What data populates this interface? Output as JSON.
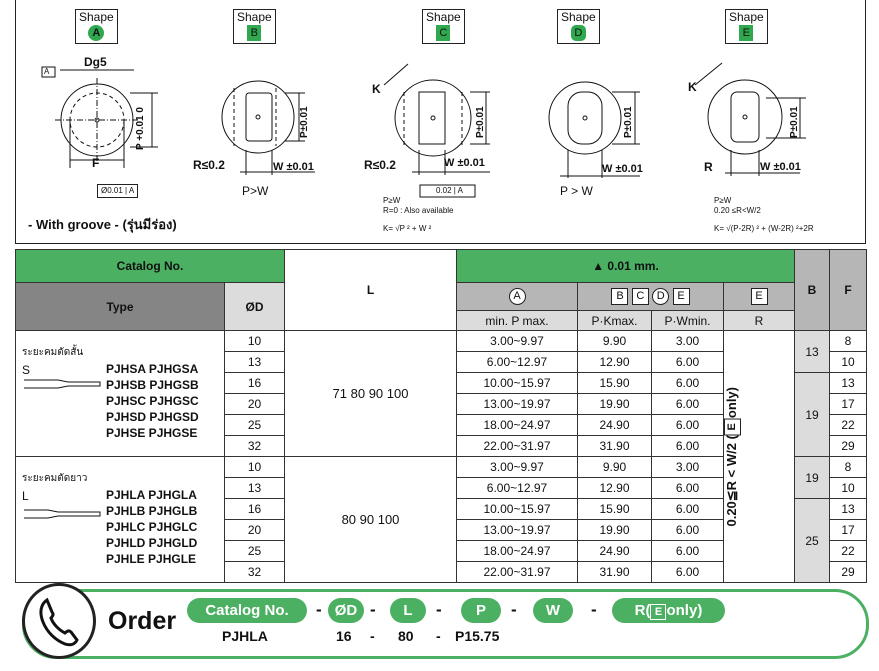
{
  "shapes": [
    {
      "label": "Shape",
      "letter": "A"
    },
    {
      "label": "Shape",
      "letter": "B"
    },
    {
      "label": "Shape",
      "letter": "C"
    },
    {
      "label": "Shape",
      "letter": "D"
    },
    {
      "label": "Shape",
      "letter": "E"
    }
  ],
  "drawings": {
    "a": {
      "datum": "A",
      "dg": "Dg5",
      "p_tol": "P +0.01 0",
      "f": "F",
      "tol_box": "Ø0.01",
      "tol_ref": "A"
    },
    "b": {
      "r": "R≤0.2",
      "w": "W ±0.01",
      "p": "P±0.01",
      "cond": "P>W"
    },
    "c": {
      "k": "K",
      "r": "R≤0.2",
      "w": "W ±0.01",
      "p": "P±0.01",
      "tol_box": "0.02",
      "tol_ref": "A",
      "note1": "P≥W",
      "note2": "R=0 : Also available",
      "note3": "K= √P ² + W ²"
    },
    "d": {
      "w": "W ±0.01",
      "p": "P±0.01",
      "cond": "P > W"
    },
    "e": {
      "k": "K",
      "r": "R",
      "w": "W ±0.01",
      "p": "P±0.01",
      "note1": "P≥W",
      "note2": "0.20 ≤R<W/2",
      "note3": "K= √(P-2R) ² + (W-2R) ²+2R"
    }
  },
  "with_groove": "- With groove - (รุ่นมีร่อง)",
  "table": {
    "catalog_no": "Catalog No.",
    "type": "Type",
    "od": "ØD",
    "l": "L",
    "tol": "0.01 mm.",
    "col_a": "A",
    "col_b": "B",
    "col_c": "C",
    "col_d": "D",
    "col_e": "E",
    "min_p_max": "min. P max.",
    "pk_max": "P·Kmax.",
    "pw_min": "P·Wmin.",
    "r": "R",
    "b": "B",
    "f": "F",
    "r_note": "0.20≦R < W/2 (",
    "r_note_e": "E",
    "r_note_end": "only)",
    "groups": [
      {
        "thai": "ระยะคมตัดสั้น",
        "letter": "S",
        "codes": [
          "PJHSA  PJHGSA",
          "PJHSB  PJHGSB",
          "PJHSC  PJHGSC",
          "PJHSD  PJHGSD",
          "PJHSE  PJHGSE"
        ],
        "l_values": "71  80  90  100",
        "b_values": [
          "13",
          "19"
        ],
        "rows": [
          {
            "od": "10",
            "p": "3.00~9.97",
            "k": "9.90",
            "w": "3.00",
            "f": "8"
          },
          {
            "od": "13",
            "p": "6.00~12.97",
            "k": "12.90",
            "w": "6.00",
            "f": "10"
          },
          {
            "od": "16",
            "p": "10.00~15.97",
            "k": "15.90",
            "w": "6.00",
            "f": "13"
          },
          {
            "od": "20",
            "p": "13.00~19.97",
            "k": "19.90",
            "w": "6.00",
            "f": "17"
          },
          {
            "od": "25",
            "p": "18.00~24.97",
            "k": "24.90",
            "w": "6.00",
            "f": "22"
          },
          {
            "od": "32",
            "p": "22.00~31.97",
            "k": "31.90",
            "w": "6.00",
            "f": "29"
          }
        ]
      },
      {
        "thai": "ระยะคมตัดยาว",
        "letter": "L",
        "codes": [
          "PJHLA  PJHGLA",
          "PJHLB  PJHGLB",
          "PJHLC  PJHGLC",
          "PJHLD  PJHGLD",
          "PJHLE  PJHGLE"
        ],
        "l_values": "80  90  100",
        "b_values": [
          "19",
          "25"
        ],
        "rows": [
          {
            "od": "10",
            "p": "3.00~9.97",
            "k": "9.90",
            "w": "3.00",
            "f": "8"
          },
          {
            "od": "13",
            "p": "6.00~12.97",
            "k": "12.90",
            "w": "6.00",
            "f": "10"
          },
          {
            "od": "16",
            "p": "10.00~15.97",
            "k": "15.90",
            "w": "6.00",
            "f": "13"
          },
          {
            "od": "20",
            "p": "13.00~19.97",
            "k": "19.90",
            "w": "6.00",
            "f": "17"
          },
          {
            "od": "25",
            "p": "18.00~24.97",
            "k": "24.90",
            "w": "6.00",
            "f": "22"
          },
          {
            "od": "32",
            "p": "22.00~31.97",
            "k": "31.90",
            "w": "6.00",
            "f": "29"
          }
        ]
      }
    ]
  },
  "order": {
    "title": "Order",
    "pills": [
      "Catalog No.",
      "ØD",
      "L",
      "P",
      "W",
      "R(",
      "E",
      "only)"
    ],
    "dash": "-",
    "example": [
      "PJHLA",
      "16",
      "80",
      "P15.75"
    ]
  },
  "colors": {
    "accent": "#4cb063",
    "header_gray": "#858585",
    "sub_gray": "#b6b6b6"
  },
  "icons": [
    "phone-icon",
    "arrow-up-icon"
  ]
}
